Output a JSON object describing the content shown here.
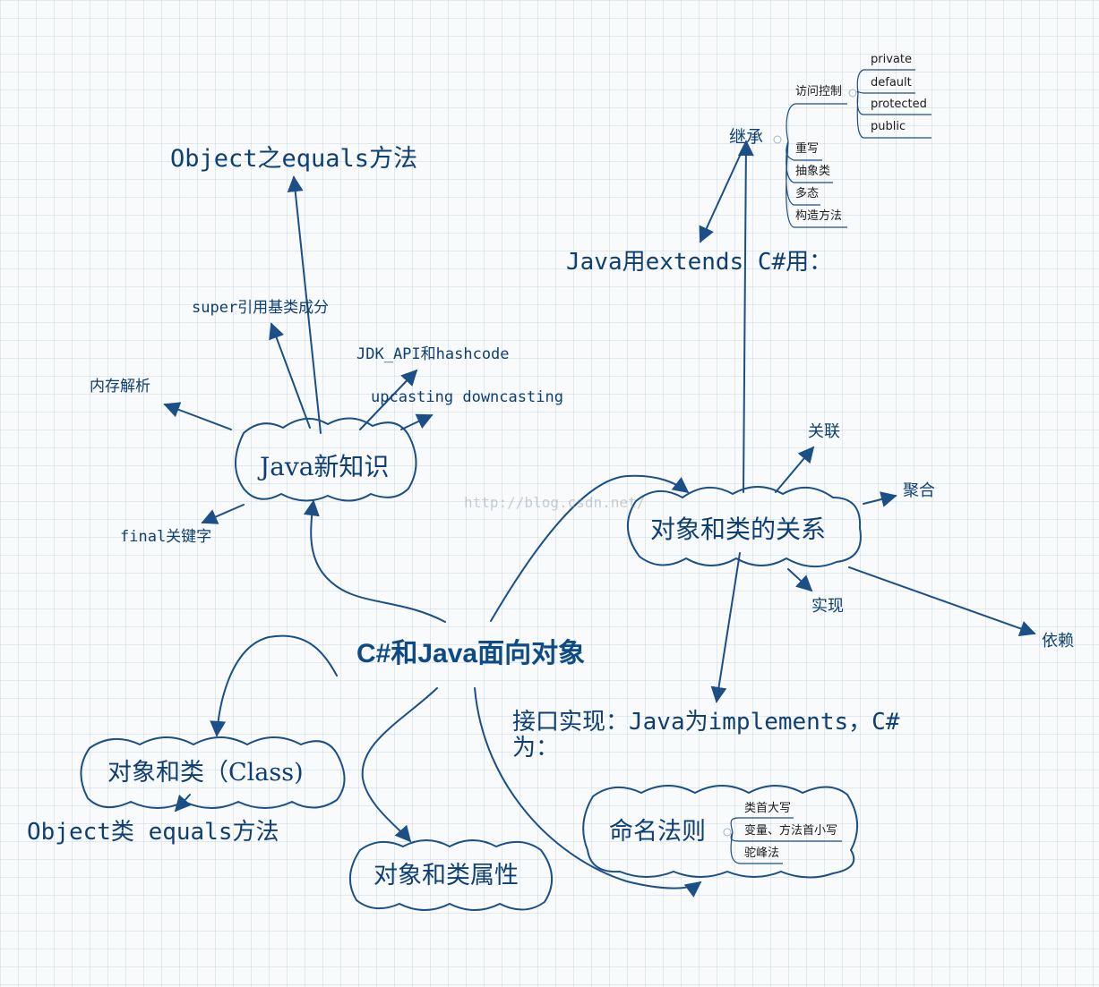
{
  "central": "C#和Java面向对象",
  "java_new": {
    "title": "Java新知识",
    "children": [
      "Object之equals方法",
      "super引用基类成分",
      "JDK_API和hashcode",
      "upcasting downcasting",
      "内存解析",
      "final关键字"
    ]
  },
  "relations": {
    "title": "对象和类的关系",
    "inherit": {
      "label": "继承",
      "access_control": "访问控制",
      "access_items": [
        "private",
        "default",
        "protected",
        "public"
      ],
      "items": [
        "重写",
        "抽象类",
        "多态",
        "构造方法"
      ]
    },
    "extends_note": "Java用extends C#用：",
    "children": [
      "关联",
      "聚合",
      "实现",
      "依赖"
    ],
    "interface_note_line1": "接口实现：Java为implements，C#",
    "interface_note_line2": "为："
  },
  "object_class": {
    "title": "对象和类（Class)",
    "note": "Object类 equals方法"
  },
  "attributes": {
    "title": "对象和类属性"
  },
  "naming": {
    "title": "命名法则",
    "items": [
      "类首大写",
      "变量、方法首小写",
      "驼峰法"
    ]
  },
  "watermark": "http://blog.csdn.net/",
  "colors": {
    "line": "#1b4f86",
    "text": "#0e3f73",
    "central": "#0d4a86"
  }
}
